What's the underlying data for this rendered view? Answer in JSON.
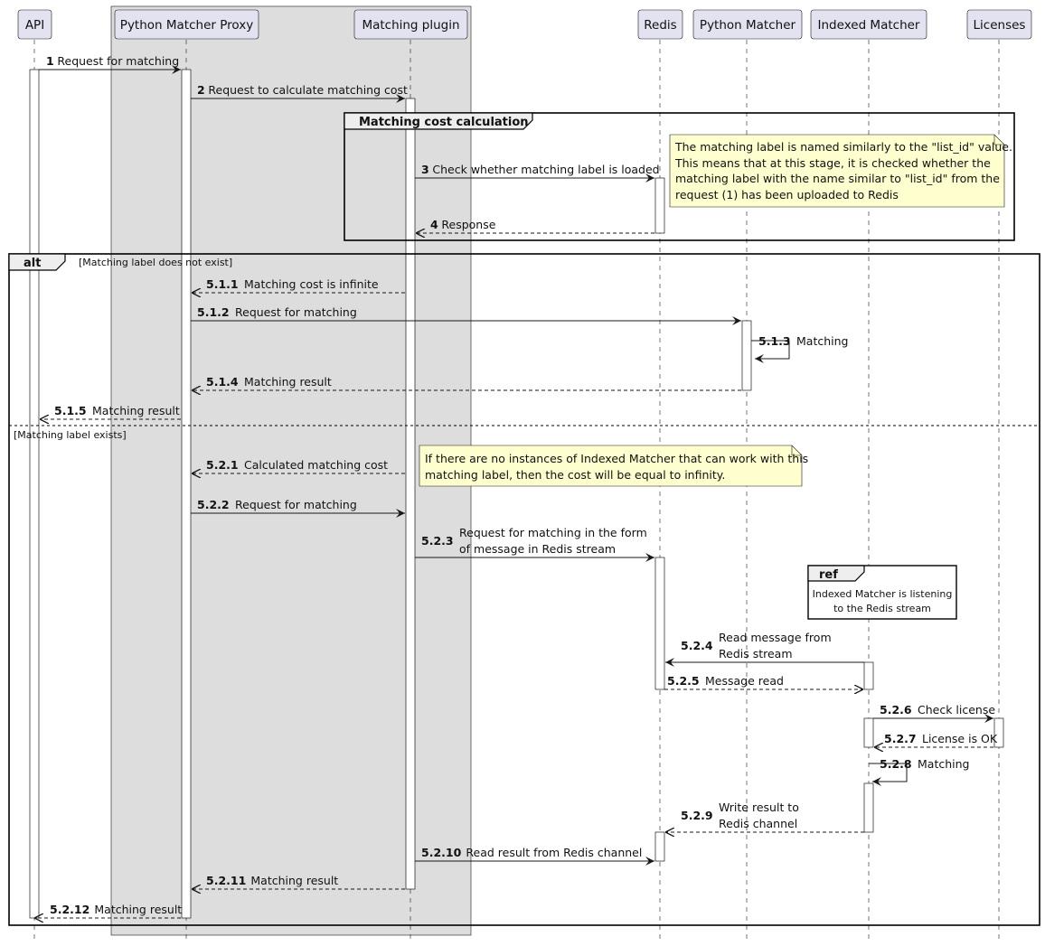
{
  "participants": [
    {
      "id": "api",
      "label": "API"
    },
    {
      "id": "proxy",
      "label": "Python Matcher Proxy"
    },
    {
      "id": "plugin",
      "label": "Matching plugin"
    },
    {
      "id": "redis",
      "label": "Redis"
    },
    {
      "id": "pm",
      "label": "Python Matcher"
    },
    {
      "id": "im",
      "label": "Indexed Matcher"
    },
    {
      "id": "lic",
      "label": "Licenses"
    }
  ],
  "messages": [
    {
      "num": "1",
      "text": [
        "Request for matching"
      ],
      "from": "api",
      "to": "proxy",
      "dashed": false
    },
    {
      "num": "2",
      "text": [
        "Request to calculate matching cost"
      ],
      "from": "proxy",
      "to": "plugin",
      "dashed": false
    },
    {
      "num": "3",
      "text": [
        "Check whether matching label is loaded"
      ],
      "from": "plugin",
      "to": "redis",
      "dashed": false
    },
    {
      "num": "4",
      "text": [
        "Response"
      ],
      "from": "redis",
      "to": "plugin",
      "dashed": true
    },
    {
      "num": "5.1.1",
      "text": [
        "Matching cost is infinite"
      ],
      "from": "plugin",
      "to": "proxy",
      "dashed": true
    },
    {
      "num": "5.1.2",
      "text": [
        "Request for matching"
      ],
      "from": "proxy",
      "to": "pm",
      "dashed": false
    },
    {
      "num": "5.1.3",
      "text": [
        "Matching"
      ],
      "from": "pm",
      "to": "pm",
      "dashed": false
    },
    {
      "num": "5.1.4",
      "text": [
        "Matching result"
      ],
      "from": "pm",
      "to": "proxy",
      "dashed": true
    },
    {
      "num": "5.1.5",
      "text": [
        "Matching result"
      ],
      "from": "proxy",
      "to": "api",
      "dashed": true
    },
    {
      "num": "5.2.1",
      "text": [
        "Calculated matching cost"
      ],
      "from": "plugin",
      "to": "proxy",
      "dashed": true
    },
    {
      "num": "5.2.2",
      "text": [
        "Request for matching"
      ],
      "from": "proxy",
      "to": "plugin",
      "dashed": false
    },
    {
      "num": "5.2.3",
      "text": [
        "Request for matching in the form",
        "of message in Redis stream"
      ],
      "from": "plugin",
      "to": "redis",
      "dashed": false
    },
    {
      "num": "5.2.4",
      "text": [
        "Read message from",
        "Redis stream"
      ],
      "from": "im",
      "to": "redis",
      "dashed": false
    },
    {
      "num": "5.2.5",
      "text": [
        "Message read"
      ],
      "from": "redis",
      "to": "im",
      "dashed": true
    },
    {
      "num": "5.2.6",
      "text": [
        "Check license"
      ],
      "from": "im",
      "to": "lic",
      "dashed": false
    },
    {
      "num": "5.2.7",
      "text": [
        "License is OK"
      ],
      "from": "lic",
      "to": "im",
      "dashed": true
    },
    {
      "num": "5.2.8",
      "text": [
        "Matching"
      ],
      "from": "im",
      "to": "im",
      "dashed": false
    },
    {
      "num": "5.2.9",
      "text": [
        "Write result to",
        "Redis channel"
      ],
      "from": "im",
      "to": "redis",
      "dashed": true
    },
    {
      "num": "5.2.10",
      "text": [
        "Read result from Redis channel"
      ],
      "from": "plugin",
      "to": "redis",
      "dashed": false
    },
    {
      "num": "5.2.11",
      "text": [
        "Matching result"
      ],
      "from": "plugin",
      "to": "proxy",
      "dashed": true
    },
    {
      "num": "5.2.12",
      "text": [
        "Matching result"
      ],
      "from": "proxy",
      "to": "api",
      "dashed": true
    }
  ],
  "notes": [
    {
      "id": "note-list-id",
      "lines": [
        "The matching label is named similarly to the \"list_id\" value.",
        "This means that at this stage, it is checked whether the",
        "matching label with the name similar to \"list_id\" from the",
        "request (1) has been uploaded to Redis"
      ]
    },
    {
      "id": "note-infinity",
      "lines": [
        "If there are no instances of Indexed Matcher that can work with this",
        "matching label, then the cost will be equal to infinity."
      ]
    }
  ],
  "frames": {
    "group_label": "Matching cost calculation",
    "alt_label": "alt",
    "alt_guard1": "[Matching label does not exist]",
    "alt_guard2": "[Matching label exists]",
    "ref_label": "ref",
    "ref_lines": [
      "Indexed Matcher is listening",
      "to the Redis stream"
    ]
  },
  "colors": {
    "participant_fill": "#e2e2f0",
    "participant_stroke": "#181818",
    "box_fill": "#dddddd",
    "note_fill": "#fefece",
    "frame_header_fill": "#eeeeee",
    "line": "#181818"
  }
}
